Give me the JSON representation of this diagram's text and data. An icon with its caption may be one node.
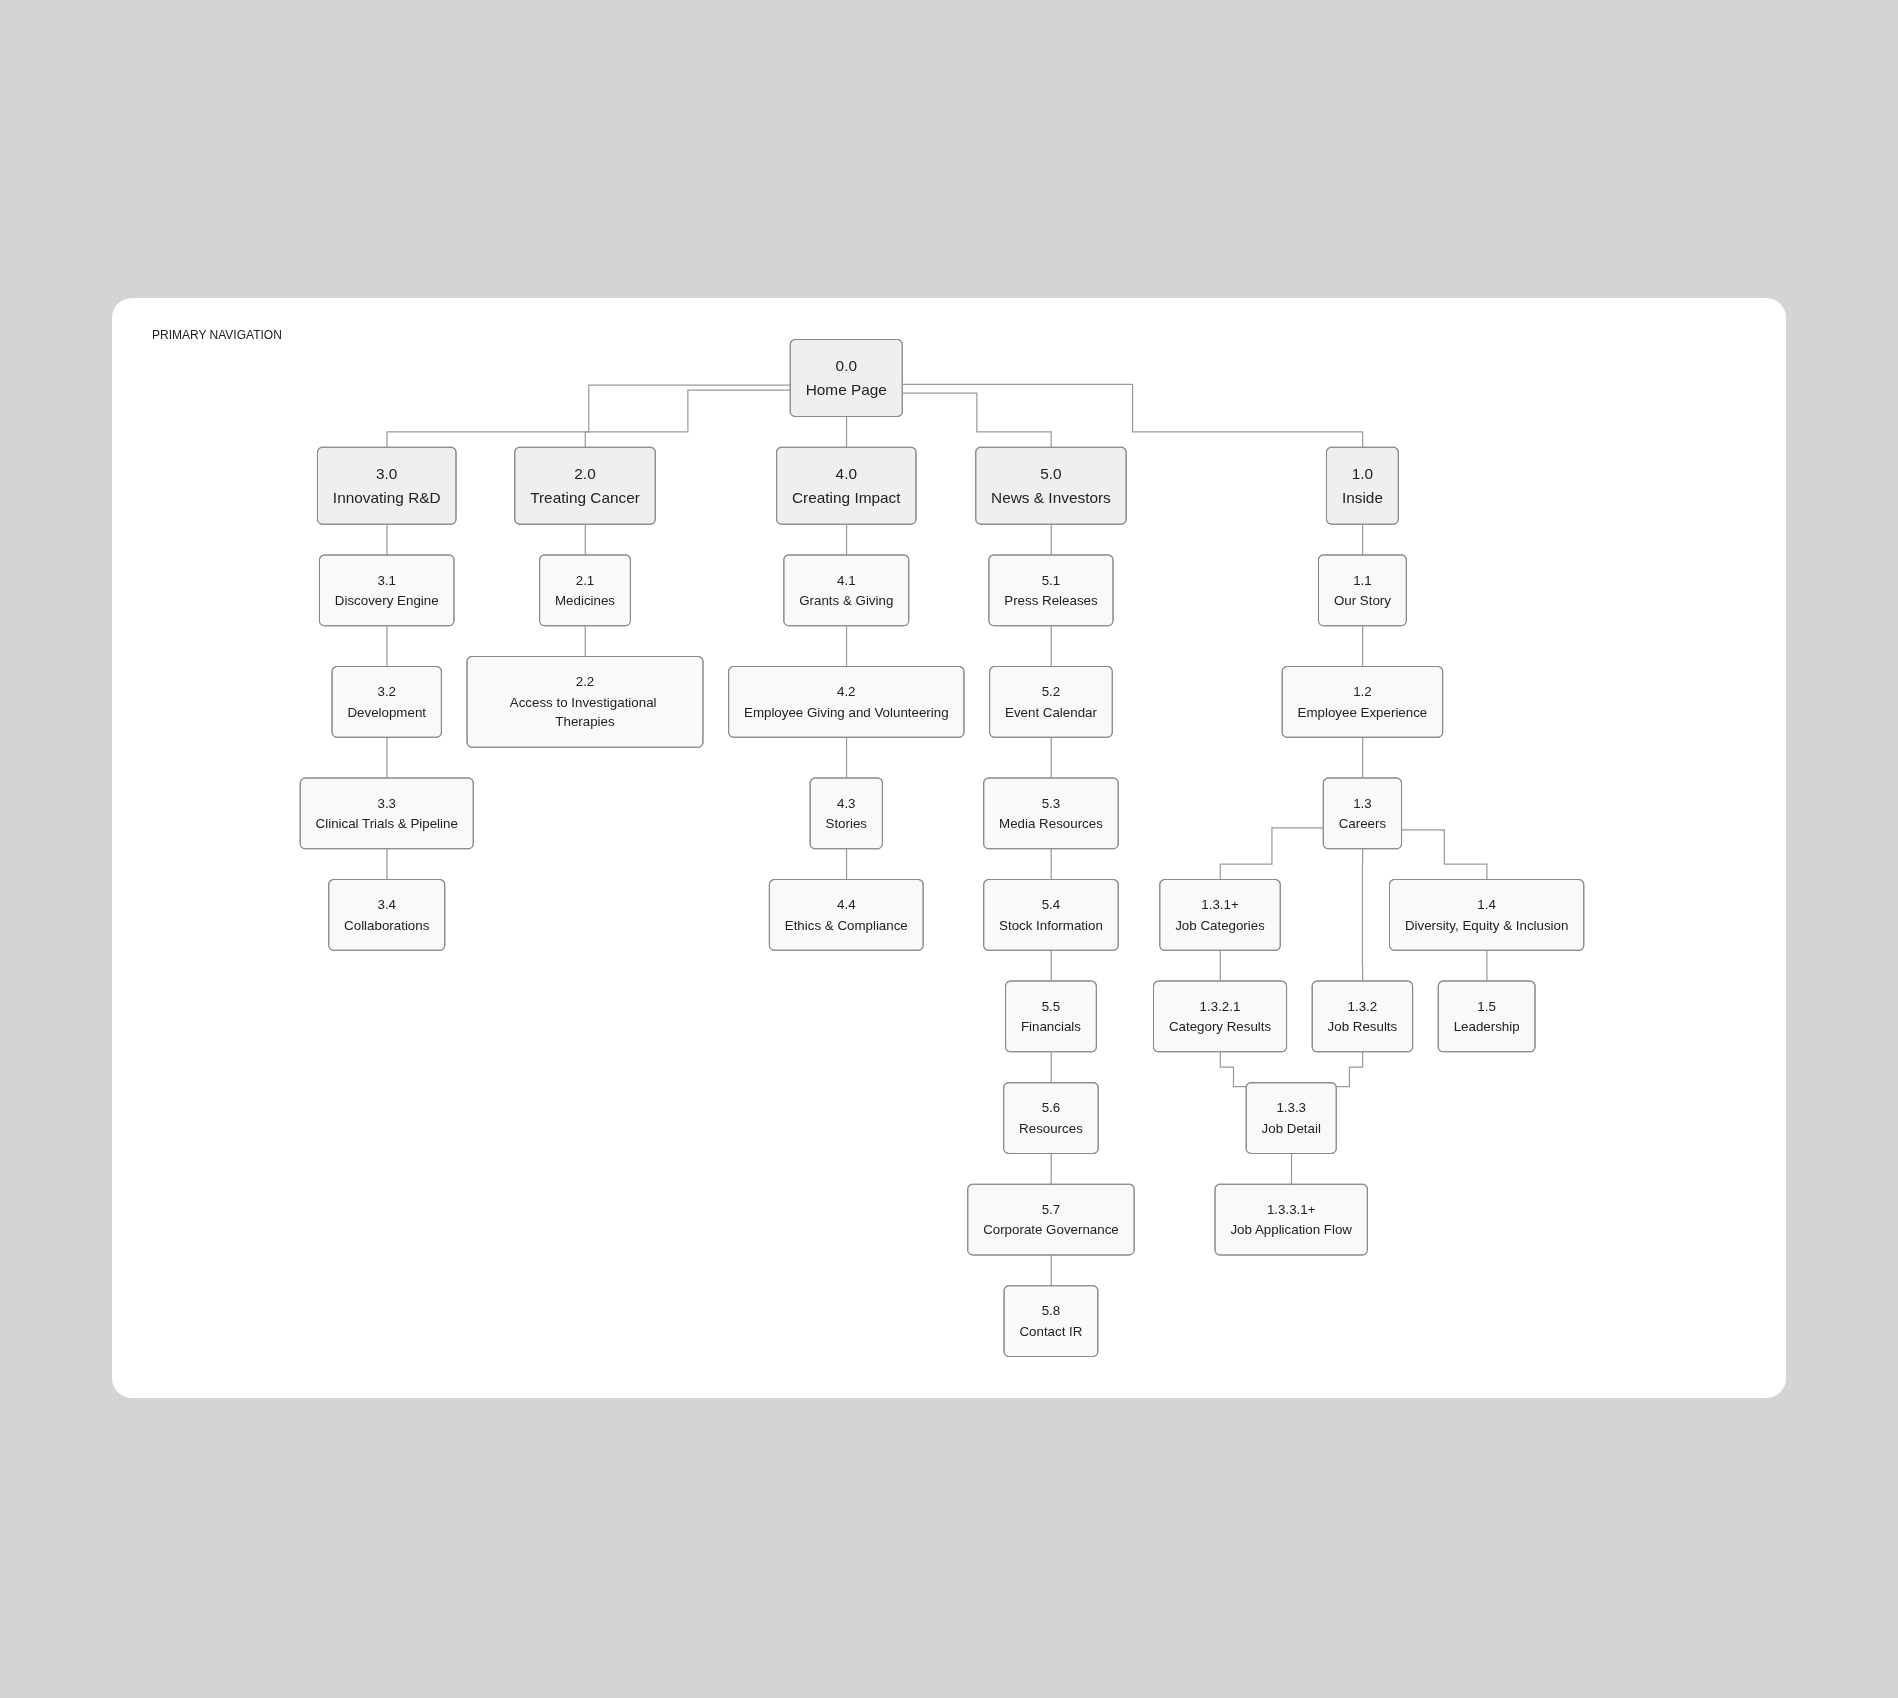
{
  "diagram": {
    "nodes": [
      {
        "text": [
          "0.0",
          "Home Page"
        ]
      },
      {
        "text": [
          "1.0",
          "Inside"
        ]
      },
      {
        "text": [
          "2.0",
          "Treating Cancer"
        ]
      },
      {
        "text": [
          "3.0",
          "Innovating R&D"
        ]
      },
      {
        "text": [
          "4.0",
          "Creating Impact"
        ]
      },
      {
        "text": [
          "5.0",
          "News & Investors"
        ]
      },
      {
        "text": [
          "1.1",
          "Our Story"
        ]
      },
      {
        "text": [
          "2.1",
          "Medicines"
        ]
      },
      {
        "text": [
          "3.1",
          "Discovery Engine"
        ]
      },
      {
        "text": [
          "4.1",
          "Grants & Giving"
        ]
      },
      {
        "text": [
          "5.1",
          "Press Releases"
        ]
      },
      {
        "text": [
          "1.2",
          "Employee Experience"
        ]
      },
      {
        "text": [
          "2.2",
          "Access to Investigational Therapies"
        ]
      },
      {
        "text": [
          "3.2",
          "Development"
        ]
      },
      {
        "text": [
          "4.2",
          "Employee Giving and Volunteering"
        ]
      },
      {
        "text": [
          "5.2",
          "Event Calendar"
        ]
      },
      {
        "text": [
          "1.3",
          "Careers"
        ]
      },
      {
        "text": [
          "3.3",
          "Clinical Trials & Pipeline"
        ]
      },
      {
        "text": [
          "4.3",
          "Stories"
        ]
      },
      {
        "text": [
          "5.3",
          "Media Resources"
        ]
      },
      {
        "text": [
          "3.4",
          "Collaborations"
        ]
      },
      {
        "text": [
          "4.4",
          "Ethics & Compliance"
        ]
      },
      {
        "text": [
          "5.4",
          "Stock Information"
        ]
      },
      {
        "text": [
          "1.3.1+",
          "Job Categories"
        ]
      },
      {
        "text": [
          "1.3.2",
          "Job Results"
        ]
      },
      {
        "text": [
          "5.5",
          "Financials"
        ]
      },
      {
        "text": [
          "1.3.2.1",
          "Category Results"
        ]
      },
      {
        "text": [
          "5.6",
          "Resources"
        ]
      },
      {
        "text": [
          "1.3.3",
          "Job Detail"
        ]
      },
      {
        "text": [
          "5.7",
          "Corporate Governance"
        ]
      },
      {
        "text": [
          "1.3.3.1+",
          "Job Application Flow"
        ]
      },
      {
        "text": [
          "5.8",
          "Contact IR"
        ]
      },
      {
        "text": [
          "1.4",
          "Diversity, Equity & Inclusion"
        ]
      },
      {
        "text": [
          "1.5",
          "Leadership"
        ]
      }
    ],
    "edges": [
      {
        "from": 0,
        "to": 1,
        "arrow": "none"
      },
      {
        "from": 0,
        "to": 2,
        "arrow": "none"
      },
      {
        "from": 0,
        "to": 3,
        "arrow": "none"
      },
      {
        "from": 0,
        "to": 4,
        "arrow": "none"
      },
      {
        "from": 0,
        "to": 5,
        "arrow": "none"
      },
      {
        "from": 1,
        "to": 6,
        "arrow": "none"
      },
      {
        "from": 6,
        "to": 11,
        "arrow": "none"
      },
      {
        "from": 11,
        "to": 16,
        "arrow": "none"
      },
      {
        "from": 16,
        "to": 23,
        "arrow": "none"
      },
      {
        "from": 16,
        "to": 24,
        "arrow": "none"
      },
      {
        "from": 23,
        "to": 26,
        "arrow": "none"
      },
      {
        "from": 26,
        "to": 28,
        "arrow": "none"
      },
      {
        "from": 24,
        "to": 28,
        "arrow": "none"
      },
      {
        "from": 28,
        "to": 30,
        "arrow": "none"
      },
      {
        "from": 16,
        "to": 32,
        "arrow": "none"
      },
      {
        "from": 32,
        "to": 33,
        "arrow": "none"
      },
      {
        "from": 2,
        "to": 7,
        "arrow": "none"
      },
      {
        "from": 7,
        "to": 12,
        "arrow": "none"
      },
      {
        "from": 3,
        "to": 8,
        "arrow": "none"
      },
      {
        "from": 8,
        "to": 13,
        "arrow": "none"
      },
      {
        "from": 13,
        "to": 17,
        "arrow": "none"
      },
      {
        "from": 17,
        "to": 20,
        "arrow": "none"
      },
      {
        "from": 4,
        "to": 9,
        "arrow": "none"
      },
      {
        "from": 9,
        "to": 14,
        "arrow": "none"
      },
      {
        "from": 14,
        "to": 18,
        "arrow": "none"
      },
      {
        "from": 18,
        "to": 21,
        "arrow": "none"
      },
      {
        "from": 5,
        "to": 10,
        "arrow": "none"
      },
      {
        "from": 10,
        "to": 15,
        "arrow": "none"
      },
      {
        "from": 15,
        "to": 19,
        "arrow": "none"
      },
      {
        "from": 19,
        "to": 22,
        "arrow": "none"
      },
      {
        "from": 22,
        "to": 25,
        "arrow": "none"
      },
      {
        "from": 25,
        "to": 27,
        "arrow": "none"
      },
      {
        "from": 27,
        "to": 29,
        "arrow": "none"
      },
      {
        "from": 29,
        "to": 31,
        "arrow": "none"
      }
    ],
    "labels": [
      "PRIMARY NAVIGATION"
    ]
  }
}
